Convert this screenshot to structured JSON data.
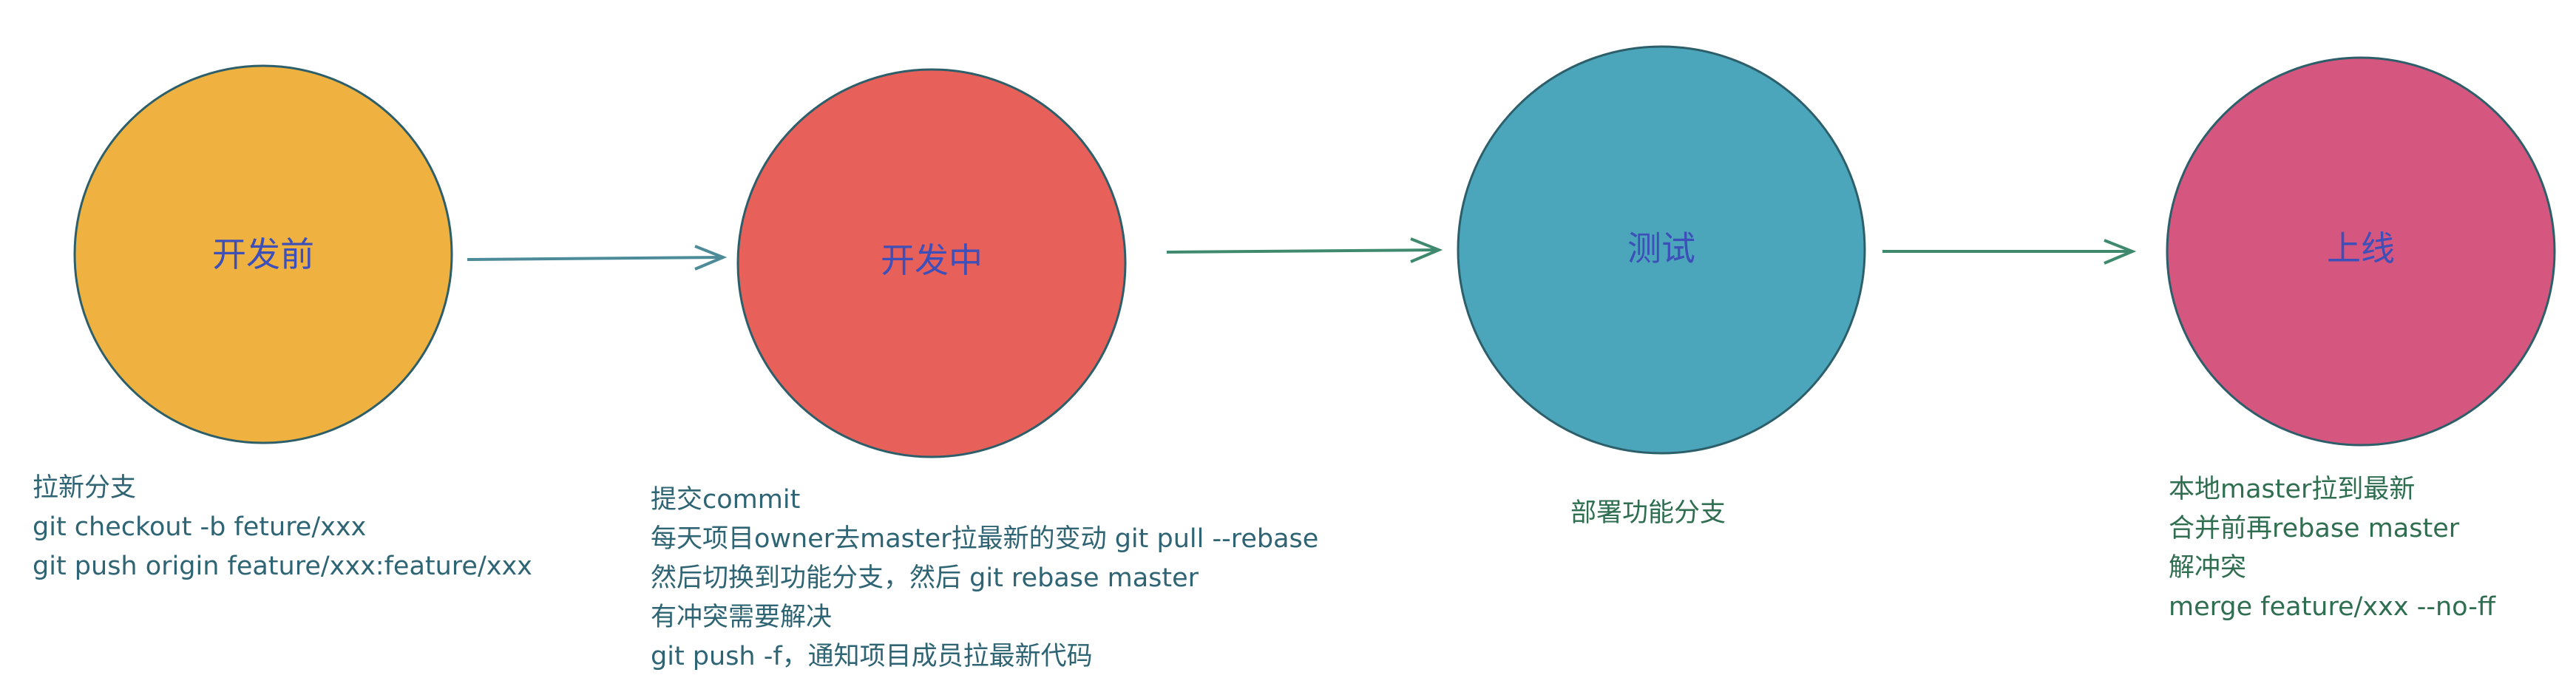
{
  "stages": [
    {
      "label": "开发前",
      "fill": "#efb13f"
    },
    {
      "label": "开发中",
      "fill": "#e8605a"
    },
    {
      "label": "测试",
      "fill": "#4ba6bb"
    },
    {
      "label": "上线",
      "fill": "#d5567f"
    }
  ],
  "stroke_color": "#2d5f6b",
  "notes": {
    "before": [
      "拉新分支",
      "git checkout -b feture/xxx",
      "git push origin feature/xxx:feature/xxx"
    ],
    "developing": [
      "提交commit",
      "每天项目owner去master拉最新的变动 git pull --rebase",
      "然后切换到功能分支，然后 git rebase master",
      "有冲突需要解决",
      "git push -f，通知项目成员拉最新代码"
    ],
    "testing": [
      "部署功能分支"
    ],
    "release": [
      "本地master拉到最新",
      "合并前再rebase master",
      "解冲突",
      "merge feature/xxx --no-ff"
    ]
  }
}
